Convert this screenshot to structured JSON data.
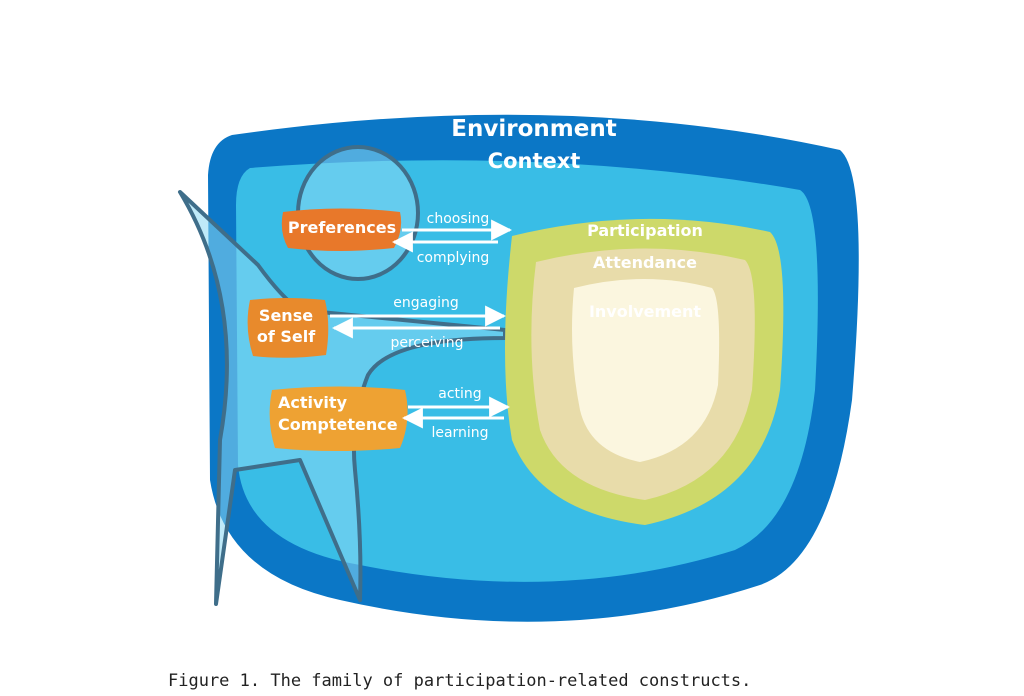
{
  "diagram": {
    "environment": "Environment",
    "context": "Context",
    "participation": "Participation",
    "attendance": "Attendance",
    "involvement": "Involvement",
    "preferences": "Preferences",
    "sense_of_self_line1": "Sense",
    "sense_of_self_line2": "of Self",
    "activity_line1": "Activity",
    "activity_line2": "Comptetence",
    "arrows": {
      "choosing": "choosing",
      "complying": "complying",
      "engaging": "engaging",
      "perceiving": "perceiving",
      "acting": "acting",
      "learning": "learning"
    }
  },
  "caption": "Figure 1. The family of participation-related constructs.",
  "colors": {
    "environment": "#0b77c6",
    "context": "#39bde6",
    "participation": "#cdd96a",
    "attendance": "#e8dcaa",
    "involvement": "#fbf6df",
    "preferences": "#e8782a",
    "sense_of_self": "#e88a2c",
    "activity": "#eea233",
    "figure_outline": "#3f6e8a"
  }
}
